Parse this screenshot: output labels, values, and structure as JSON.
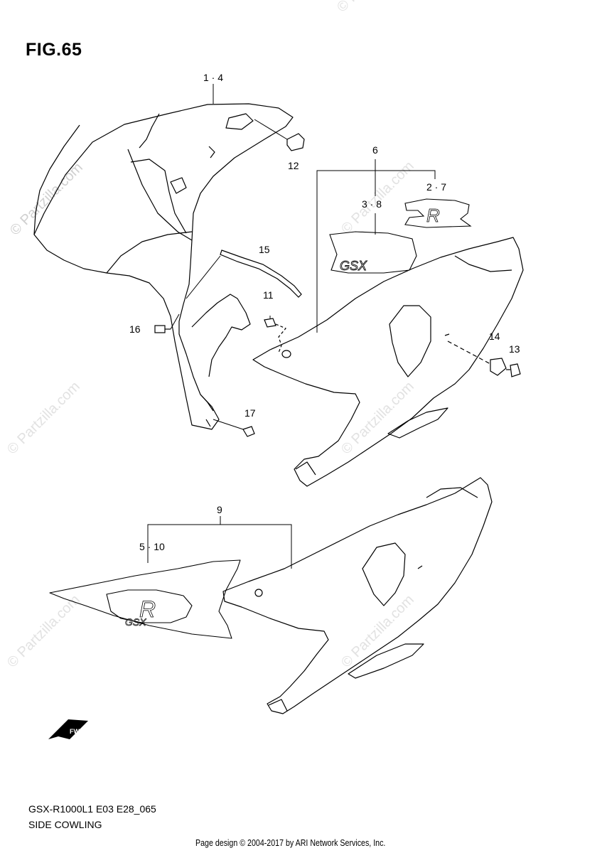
{
  "figure": {
    "title": "FIG.65"
  },
  "watermark": {
    "text": "© Partzilla.com",
    "color": "#c8c8c8"
  },
  "parts": {
    "p1_4": "1 · 4",
    "p2_7": "2 · 7",
    "p3_8": "3 · 8",
    "p5_10": "5 · 10",
    "p6": "6",
    "p9": "9",
    "p11": "11",
    "p12": "12",
    "p13": "13",
    "p14": "14",
    "p15": "15",
    "p16": "16",
    "p17": "17"
  },
  "decals": {
    "brand": "GSX",
    "letter": "R",
    "fwd": "FWD"
  },
  "footer": {
    "model_code": "GSX-R1000L1 E03 E28_065",
    "section": "SIDE COWLING",
    "copyright": "Page design © 2004-2017 by ARI Network Services, Inc."
  }
}
